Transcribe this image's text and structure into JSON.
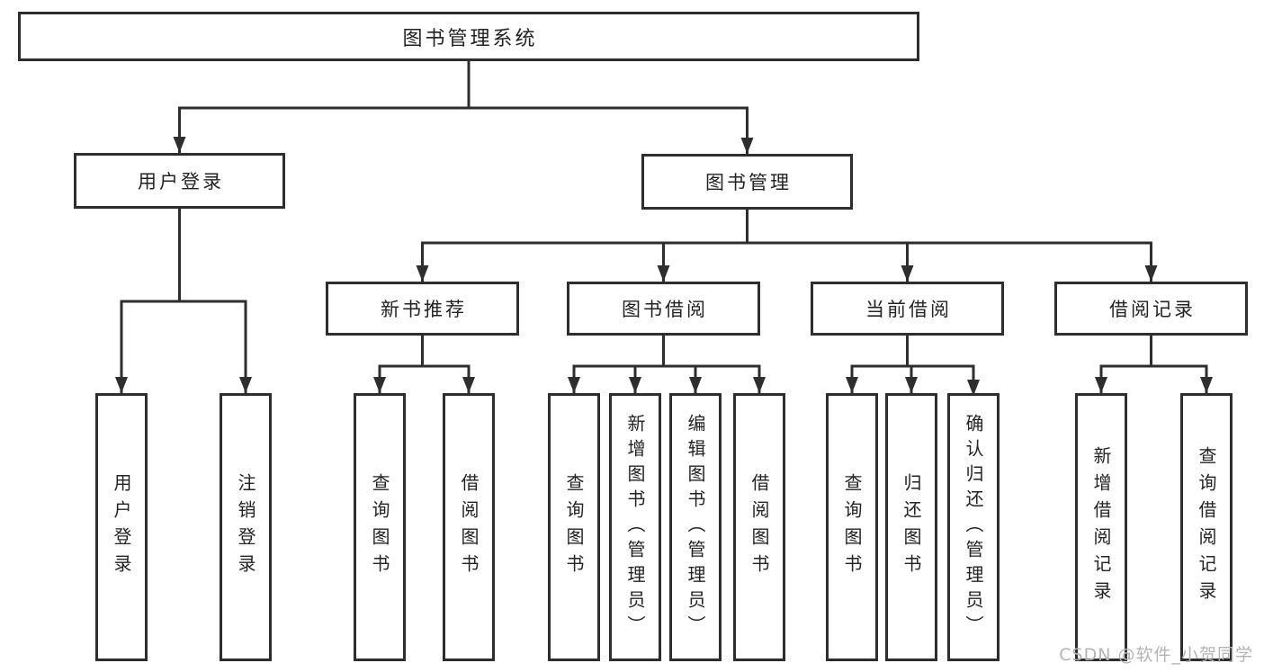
{
  "diagram": {
    "type": "hierarchy-tree",
    "root": {
      "label": "图书管理系统",
      "children": [
        {
          "label": "用户登录",
          "children": [
            {
              "label": "用户登录"
            },
            {
              "label": "注销登录"
            }
          ]
        },
        {
          "label": "图书管理",
          "children": [
            {
              "label": "新书推荐",
              "children": [
                {
                  "label": "查询图书"
                },
                {
                  "label": "借阅图书"
                }
              ]
            },
            {
              "label": "图书借阅",
              "children": [
                {
                  "label": "查询图书"
                },
                {
                  "label": "新增图书（管理员）"
                },
                {
                  "label": "编辑图书（管理员）"
                },
                {
                  "label": "借阅图书"
                }
              ]
            },
            {
              "label": "当前借阅",
              "children": [
                {
                  "label": "查询图书"
                },
                {
                  "label": "归还图书"
                },
                {
                  "label": "确认归还（管理员）"
                }
              ]
            },
            {
              "label": "借阅记录",
              "children": [
                {
                  "label": "新增借阅记录"
                },
                {
                  "label": "查询借阅记录"
                }
              ]
            }
          ]
        }
      ]
    },
    "watermark": "CSDN @软件_小贺同学",
    "colors": {
      "line": "#2e2e2e",
      "box_border": "#2e2e2e",
      "text": "#232323",
      "watermark": "#b3b3b3",
      "background": "#ffffff"
    }
  }
}
